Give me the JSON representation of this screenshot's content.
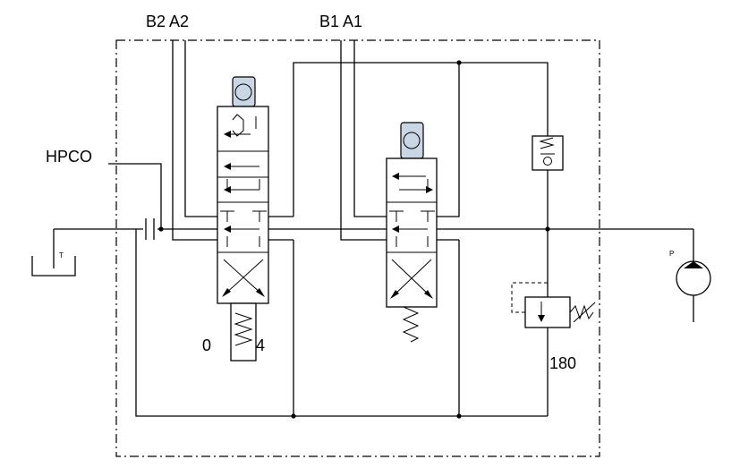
{
  "labels": {
    "port_b2_a2": "B2 A2",
    "port_b1_a1": "B1 A1",
    "hpco": "HPCO",
    "tank": "T",
    "pump": "P",
    "detent_0": "0",
    "detent_4": "4",
    "relief_setting": "180"
  },
  "colors": {
    "line": "#000000",
    "actuator_fill": "#c9d6e3"
  }
}
